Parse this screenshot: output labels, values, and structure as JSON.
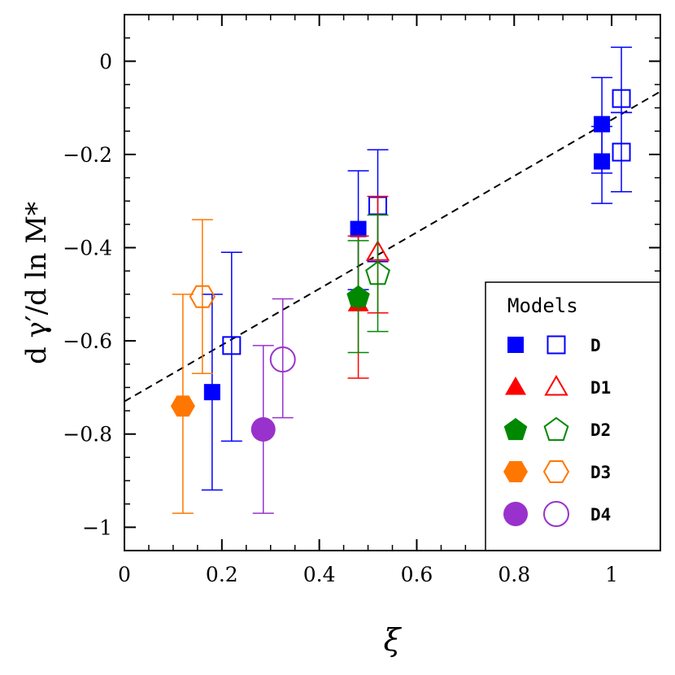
{
  "chart_data": {
    "type": "scatter",
    "title": "",
    "xlabel": "ξ",
    "ylabel": "d γ′/d ln M*",
    "xlim": [
      0,
      1.1
    ],
    "ylim": [
      -1.05,
      0.1
    ],
    "x_ticks": [
      0,
      0.2,
      0.4,
      0.6,
      0.8,
      1
    ],
    "x_tick_labels": [
      "0",
      "0.2",
      "0.4",
      "0.6",
      "0.8",
      "1"
    ],
    "y_ticks": [
      0,
      -0.2,
      -0.4,
      -0.6,
      -0.8,
      -1
    ],
    "y_tick_labels": [
      "0",
      "−0.2",
      "−0.4",
      "−0.6",
      "−0.8",
      "−1"
    ],
    "grid": false,
    "legend": {
      "title": "Models",
      "placement": "bottom-right",
      "entries": [
        "D",
        "D1",
        "D2",
        "D3",
        "D4"
      ]
    },
    "fit_line": {
      "style": "dashed",
      "x": [
        0,
        1.1
      ],
      "y": [
        -0.73,
        -0.065
      ]
    },
    "series": [
      {
        "name": "D",
        "filled": true,
        "marker": "square",
        "color": "#0000ff",
        "points": [
          {
            "x": 0.18,
            "y": -0.71,
            "ylo": -0.92,
            "yhi": -0.5
          },
          {
            "x": 0.48,
            "y": -0.36,
            "ylo": -0.49,
            "yhi": -0.235
          },
          {
            "x": 0.98,
            "y": -0.135,
            "ylo": -0.24,
            "yhi": -0.035
          },
          {
            "x": 0.98,
            "y": -0.215,
            "ylo": -0.305,
            "yhi": -0.14
          }
        ]
      },
      {
        "name": "D",
        "filled": false,
        "marker": "square",
        "color": "#0000ff",
        "points": [
          {
            "x": 0.22,
            "y": -0.61,
            "ylo": -0.815,
            "yhi": -0.41
          },
          {
            "x": 0.52,
            "y": -0.31,
            "ylo": -0.43,
            "yhi": -0.19
          },
          {
            "x": 1.02,
            "y": -0.08,
            "ylo": -0.11,
            "yhi": 0.03
          },
          {
            "x": 1.02,
            "y": -0.195,
            "ylo": -0.28,
            "yhi": -0.11
          }
        ]
      },
      {
        "name": "D1",
        "filled": true,
        "marker": "triangle",
        "color": "#ff0000",
        "points": [
          {
            "x": 0.48,
            "y": -0.52,
            "ylo": -0.68,
            "yhi": -0.375
          }
        ]
      },
      {
        "name": "D1",
        "filled": false,
        "marker": "triangle",
        "color": "#ff0000",
        "points": [
          {
            "x": 0.52,
            "y": -0.41,
            "ylo": -0.54,
            "yhi": -0.29
          }
        ]
      },
      {
        "name": "D2",
        "filled": true,
        "marker": "pentagon",
        "color": "#008800",
        "points": [
          {
            "x": 0.48,
            "y": -0.505,
            "ylo": -0.625,
            "yhi": -0.385
          }
        ]
      },
      {
        "name": "D2",
        "filled": false,
        "marker": "pentagon",
        "color": "#008800",
        "points": [
          {
            "x": 0.52,
            "y": -0.455,
            "ylo": -0.58,
            "yhi": -0.33
          }
        ]
      },
      {
        "name": "D3",
        "filled": true,
        "marker": "hexagon",
        "color": "#ff7700",
        "points": [
          {
            "x": 0.12,
            "y": -0.74,
            "ylo": -0.97,
            "yhi": -0.5
          }
        ]
      },
      {
        "name": "D3",
        "filled": false,
        "marker": "hexagon",
        "color": "#ff7700",
        "points": [
          {
            "x": 0.16,
            "y": -0.505,
            "ylo": -0.67,
            "yhi": -0.34
          }
        ]
      },
      {
        "name": "D4",
        "filled": true,
        "marker": "circle",
        "color": "#9932cc",
        "points": [
          {
            "x": 0.285,
            "y": -0.79,
            "ylo": -0.97,
            "yhi": -0.61
          }
        ]
      },
      {
        "name": "D4",
        "filled": false,
        "marker": "circle",
        "color": "#9932cc",
        "points": [
          {
            "x": 0.325,
            "y": -0.64,
            "ylo": -0.765,
            "yhi": -0.51
          }
        ]
      }
    ]
  }
}
